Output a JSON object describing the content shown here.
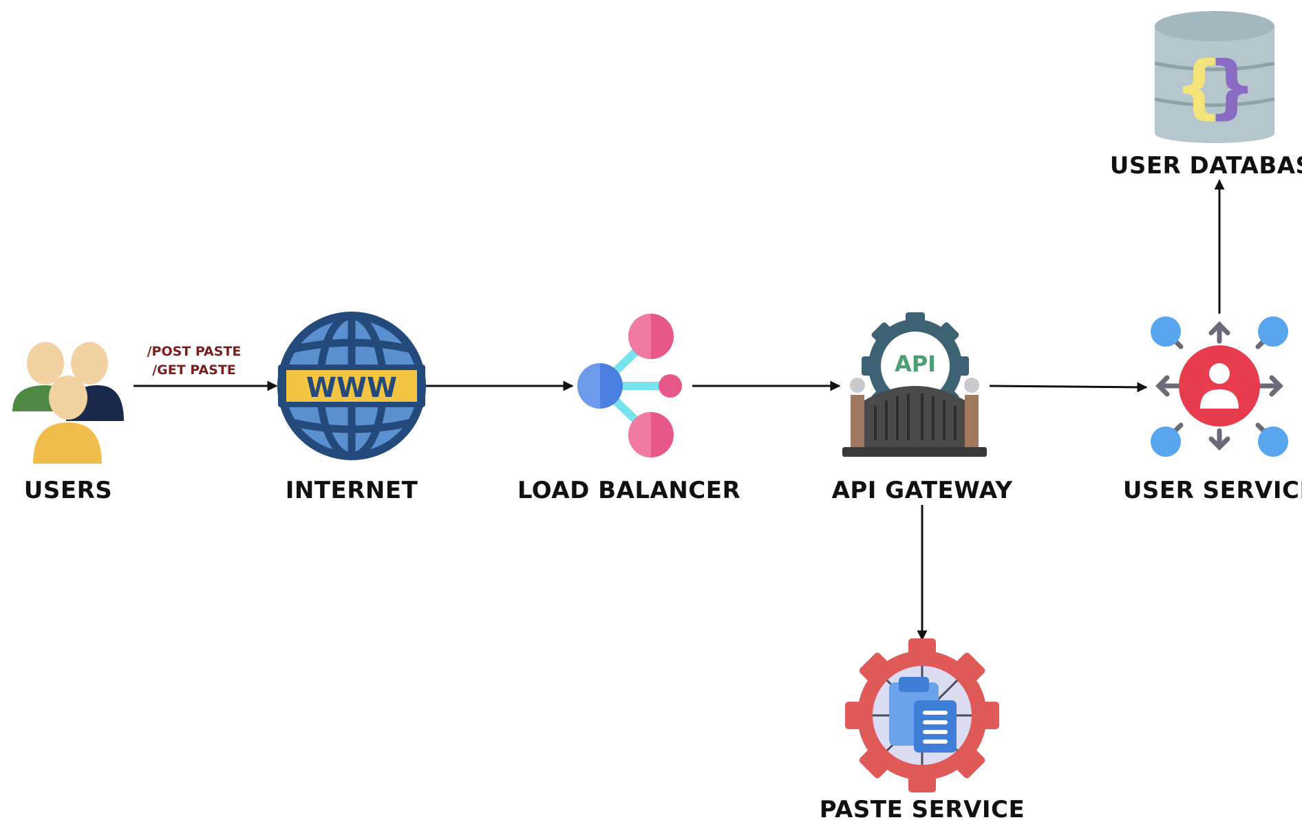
{
  "nodes": {
    "users": {
      "label": "USERS"
    },
    "internet": {
      "label": "INTERNET",
      "icon_text": "WWW"
    },
    "load_balancer": {
      "label": "LOAD BALANCER"
    },
    "api_gateway": {
      "label": "API GATEWAY",
      "icon_text": "API"
    },
    "user_service": {
      "label": "USER SERVICE"
    },
    "user_database": {
      "label": "USER DATABASE"
    },
    "paste_service": {
      "label": "PASTE SERVICE"
    }
  },
  "edges": {
    "users_to_internet": {
      "from": "Users",
      "to": "Internet",
      "labels": [
        "/POST PASTE",
        "/GET PASTE"
      ]
    },
    "internet_to_load_balancer": {
      "from": "Internet",
      "to": "Load Balancer"
    },
    "load_balancer_to_api_gateway": {
      "from": "Load Balancer",
      "to": "API Gateway"
    },
    "api_gateway_to_user_service": {
      "from": "API Gateway",
      "to": "User Service"
    },
    "user_service_to_user_database": {
      "from": "User Service",
      "to": "User Database"
    },
    "api_gateway_to_paste_service": {
      "from": "API Gateway",
      "to": "Paste Service"
    }
  },
  "colors": {
    "arrow": "#111111",
    "globe": "#244a7c",
    "globe_fill": "#5a8fd0",
    "www_band": "#f4c542",
    "lb_pink": "#e8578a",
    "lb_blue": "#4a7fe0",
    "lb_cyan": "#77e3ec",
    "gear_teal": "#3d6273",
    "api_text": "#4c9e74",
    "user_red": "#e83d4e",
    "user_blue": "#5aa6ee",
    "db_body": "#b5c7cd",
    "paste_gear": "#e05a5a",
    "clipboard_blue": "#3f7ed6"
  }
}
